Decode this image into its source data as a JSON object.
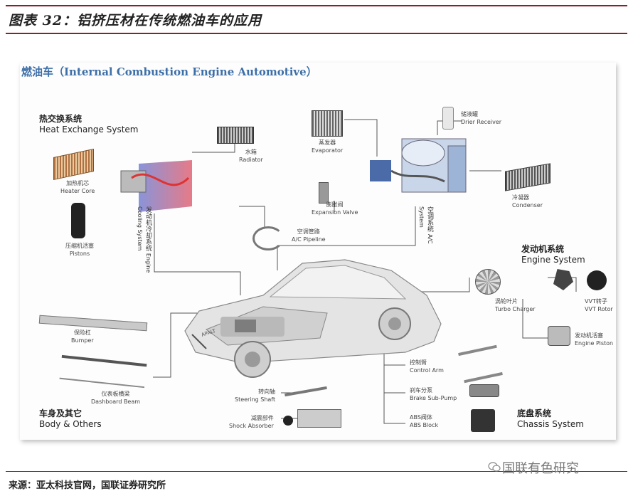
{
  "header": {
    "title": "图表 32：铝挤压材在传统燃油车的应用"
  },
  "diagram": {
    "title": "燃油车（Internal Combustion Engine Automotive）",
    "systems": {
      "heat": {
        "cn": "热交换系统",
        "en": "Heat Exchange System"
      },
      "engine": {
        "cn": "发动机系统",
        "en": "Engine System"
      },
      "body": {
        "cn": "车身及其它",
        "en": "Body & Others"
      },
      "chassis": {
        "cn": "底盘系统",
        "en": "Chassis System"
      }
    },
    "subsystems": {
      "cooling": {
        "cn": "发动机冷却系统",
        "en": "Engine Cooling System"
      },
      "ac": {
        "cn": "空调系统",
        "en": "A/C System"
      }
    },
    "parts": {
      "radiator": {
        "cn": "水箱",
        "en": "Radiator"
      },
      "heater_core": {
        "cn": "加热机芯",
        "en": "Heater Core"
      },
      "pistons": {
        "cn": "压缩机活塞",
        "en": "Pistons"
      },
      "evaporator": {
        "cn": "蒸发器",
        "en": "Evaporator"
      },
      "drier": {
        "cn": "储液罐",
        "en": "Drier Receiver"
      },
      "expansion": {
        "cn": "膨胀阀",
        "en": "Expansion Valve"
      },
      "ac_pipe": {
        "cn": "空调管路",
        "en": "A/C Pipeline"
      },
      "condenser": {
        "cn": "冷凝器",
        "en": "Condenser"
      },
      "turbo": {
        "cn": "涡轮叶片",
        "en": "Turbo Charger"
      },
      "vvt": {
        "cn": "VVT转子",
        "en": "VVT Rotor"
      },
      "engine_piston": {
        "cn": "发动机活塞",
        "en": "Engine Piston"
      },
      "bumper": {
        "cn": "保险杠",
        "en": "Bumper"
      },
      "dash": {
        "cn": "仪表板横梁",
        "en": "Dashboard Beam"
      },
      "steering": {
        "cn": "转向轴",
        "en": "Steering Shaft"
      },
      "shock": {
        "cn": "减震部件",
        "en": "Shock Absorber"
      },
      "control_arm": {
        "cn": "控制臂",
        "en": "Control Arm"
      },
      "brake": {
        "cn": "刹车分泵",
        "en": "Brake Sub-Pump"
      },
      "abs": {
        "cn": "ABS阀体",
        "en": "ABS Block"
      }
    },
    "car_badge": "APALT"
  },
  "footer": {
    "source": "来源：亚太科技官网，国联证券研究所"
  },
  "watermark": {
    "text": "国联有色研究"
  }
}
